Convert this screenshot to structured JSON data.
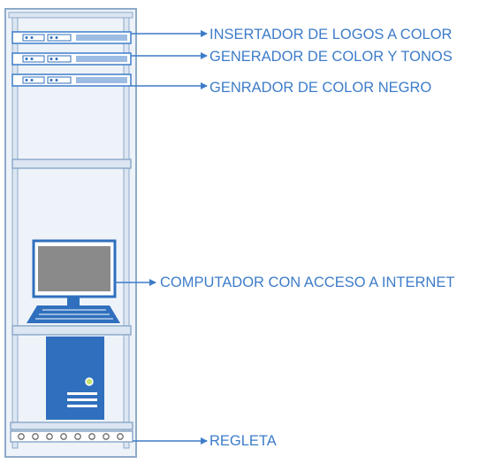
{
  "colors": {
    "accent": "#3D7CC9",
    "rack_fill": "#EEF3F9",
    "rack_stroke": "#8DAAC9",
    "device_fill": "#2F6FBE",
    "screen_fill": "#8A8A8A"
  },
  "labels": {
    "logo_inserter": "INSERTADOR DE LOGOS A COLOR",
    "color_tone_generator": "GENERADOR DE COLOR Y TONOS",
    "black_color_generator": "GENRADOR DE COLOR NEGRO",
    "computer": "COMPUTADOR CON ACCESO A INTERNET",
    "power_strip": "REGLETA"
  }
}
